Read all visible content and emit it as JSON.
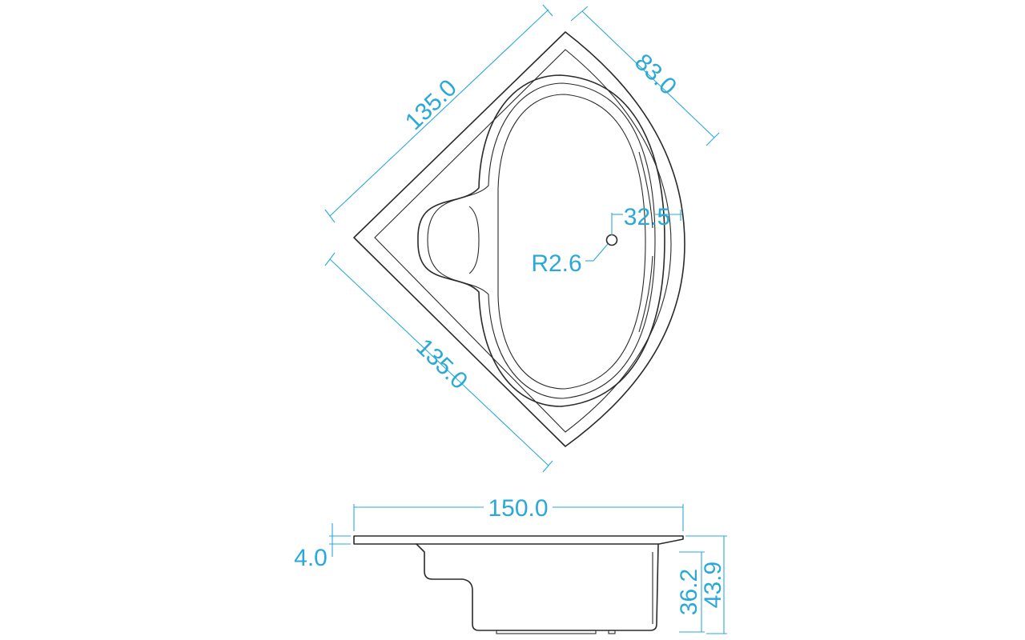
{
  "colors": {
    "outline": "#2a2a2a",
    "dimension": "#2aa9d9",
    "background": "#ffffff"
  },
  "top_view": {
    "dimensions": {
      "left_side_upper": "135.0",
      "left_side_lower": "135.0",
      "corner_depth": "83.0",
      "drain_offset": "32.5",
      "drain_radius": "R2.6"
    }
  },
  "side_view": {
    "dimensions": {
      "overall_length": "150.0",
      "rim_thickness": "4.0",
      "inner_depth": "36.2",
      "overall_height": "43.9"
    }
  }
}
